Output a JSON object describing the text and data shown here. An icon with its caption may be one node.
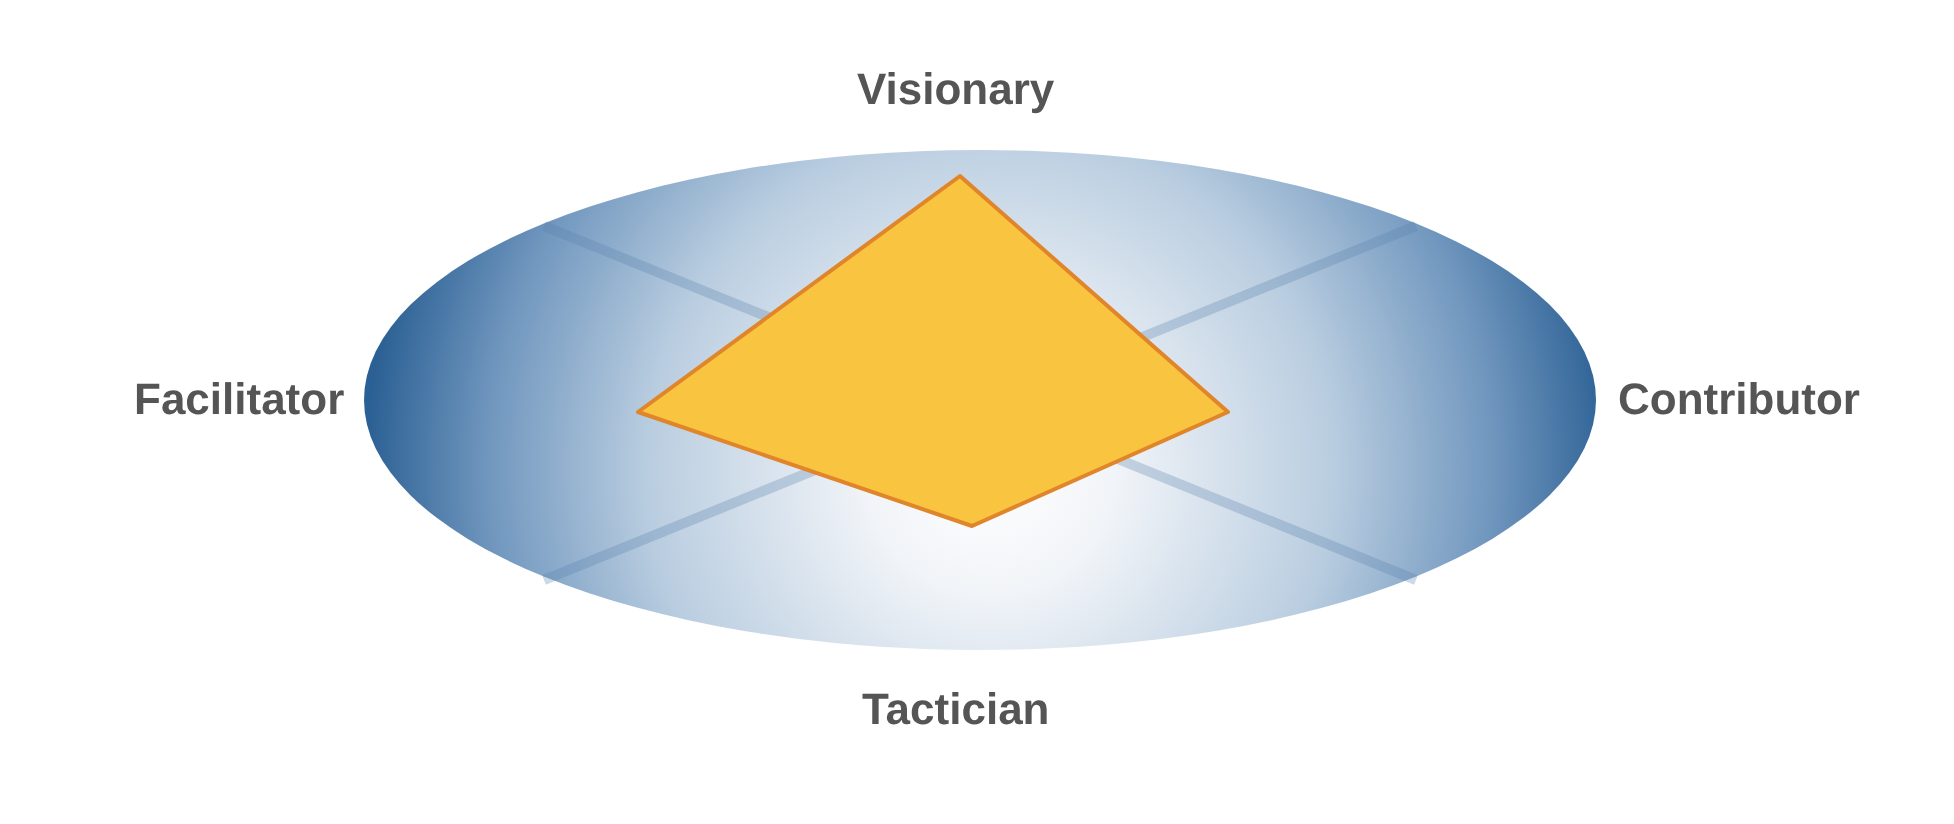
{
  "diagram": {
    "labels": [
      "Visionary",
      "Facilitator",
      "Contributor",
      "Tactician"
    ]
  }
}
